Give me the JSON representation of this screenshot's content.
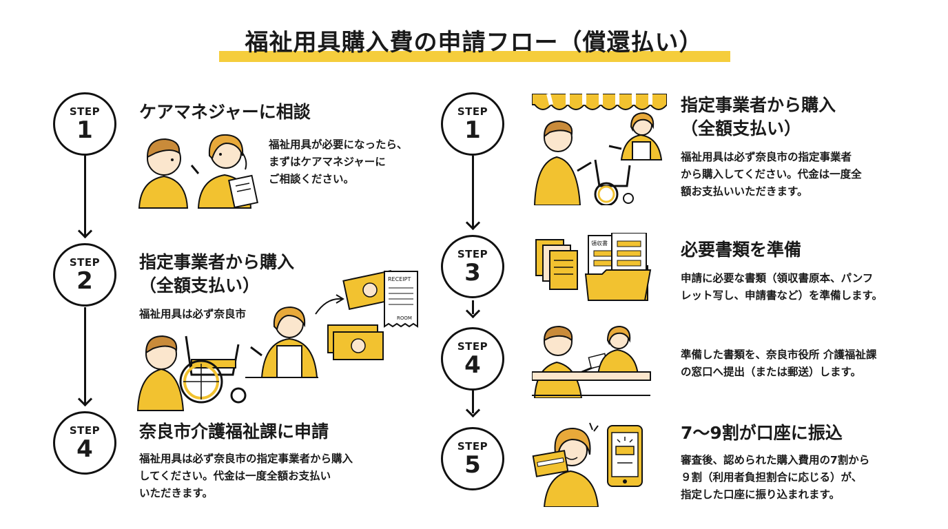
{
  "title": "福祉用具購入費の申請フロー（償還払い）",
  "colors": {
    "accent": "#f5cd3c",
    "ink": "#111111",
    "skin": "#fbe6cd",
    "shirt": "#f2c230"
  },
  "step_label": "STEP",
  "left": [
    {
      "num": "1",
      "heading": "ケアマネジャーに相談",
      "body": [
        "福祉用具が必要になったら、",
        "まずはケアマネジャーに",
        "ご相談ください。"
      ],
      "illustration": "consultation-icon"
    },
    {
      "num": "2",
      "heading": [
        "指定事業者から購入",
        "（全額支払い）"
      ],
      "body": [
        "福祉用具は必ず奈良市"
      ],
      "illustration": "purchase-icon",
      "receipt": {
        "title": "RECEIPT",
        "footer": "ROOM"
      }
    },
    {
      "num": "4",
      "heading": "奈良市介護福祉課に申請",
      "body": [
        "福祉用具は必ず奈良市の指定事業者から購入",
        "してください。代金は一度全額お支払い",
        "いただきます。"
      ]
    }
  ],
  "right": [
    {
      "num": "1",
      "heading": [
        "指定事業者から購入",
        "（全額支払い）"
      ],
      "body": [
        "福祉用具は必ず奈良市の指定事業者",
        "から購入してください。代金は一度全",
        "額お支払いいただきます。"
      ],
      "illustration": "shop-wheelchair-icon"
    },
    {
      "num": "3",
      "heading": "必要書類を準備",
      "body": [
        "申請に必要な書類（領収書原本、パンフ",
        "レット写し、申請書など）を準備します。"
      ],
      "illustration": "documents-folder-icon",
      "doc_label": "領収書"
    },
    {
      "num": "4",
      "heading": "",
      "body": [
        "準備した書類を、奈良市役所 介護福祉課",
        "の窓口へ提出（または郵送）します。"
      ],
      "illustration": "counter-submit-icon"
    },
    {
      "num": "5",
      "heading": "7〜9割が口座に振込",
      "body": [
        "審査後、認められた購入費用の7割から",
        "９割（利用者負担割合に応じる）が、",
        "指定した口座に振り込まれます。"
      ],
      "illustration": "bank-transfer-icon"
    }
  ]
}
